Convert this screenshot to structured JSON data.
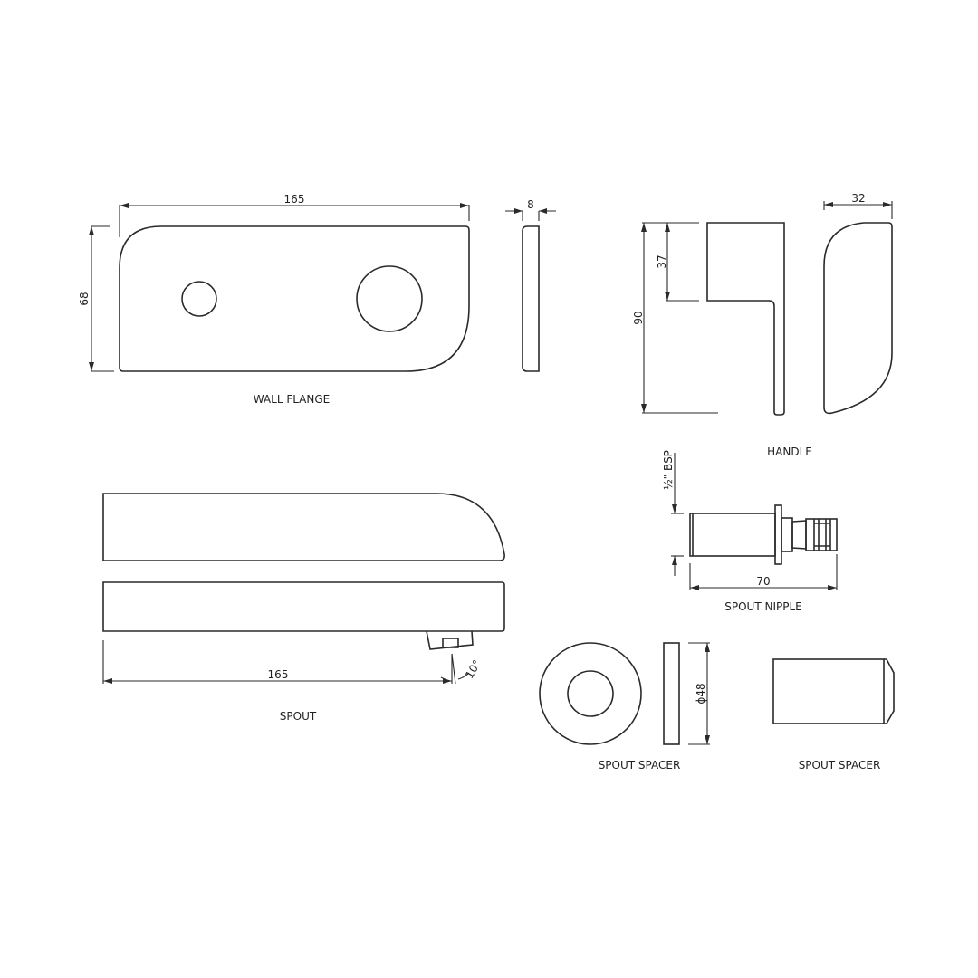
{
  "drawing": {
    "background": "#ffffff",
    "line_color": "#2a2a2a",
    "parts": {
      "wall_flange": {
        "label": "WALL FLANGE",
        "width_dim": "165",
        "height_dim": "68",
        "thickness_dim": "8"
      },
      "handle": {
        "label": "HANDLE",
        "height_dim": "90",
        "lever_dim": "37",
        "width_dim": "32"
      },
      "spout_nipple": {
        "label": "SPOUT NIPPLE",
        "thread_dim": "½\" BSP",
        "length_dim": "70"
      },
      "spout": {
        "label": "SPOUT",
        "length_dim": "165",
        "angle_dim": "10°"
      },
      "spout_spacer_front": {
        "label": "SPOUT SPACER",
        "diameter_dim": "ϕ48"
      },
      "spout_spacer_side": {
        "label": "SPOUT SPACER"
      }
    }
  }
}
